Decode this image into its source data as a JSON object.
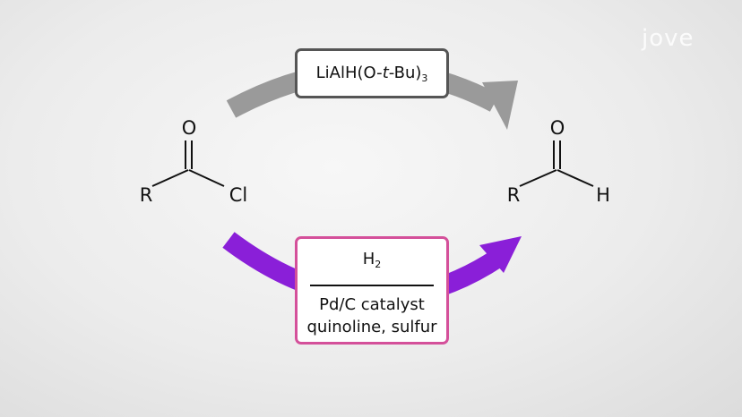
{
  "logo": {
    "text": "jove"
  },
  "reactant": {
    "oxygen": "O",
    "r_group": "R",
    "chlorine": "Cl"
  },
  "product": {
    "oxygen": "O",
    "r_group": "R",
    "hydrogen": "H"
  },
  "top_reagent": {
    "prefix": "LiAlH(O-",
    "italic": "t",
    "suffix": "-Bu)",
    "subscript": "3"
  },
  "bottom_reagent": {
    "h_symbol": "H",
    "h_subscript": "2",
    "line1": "Pd/C catalyst",
    "line2": "quinoline, sulfur"
  },
  "colors": {
    "top_arrow": "#9a9a9a",
    "bottom_arrow": "#8a1fd8",
    "top_box_border": "#555555",
    "bottom_box_border": "#d4509a"
  },
  "icons": [
    "curved-arrow-icon"
  ]
}
